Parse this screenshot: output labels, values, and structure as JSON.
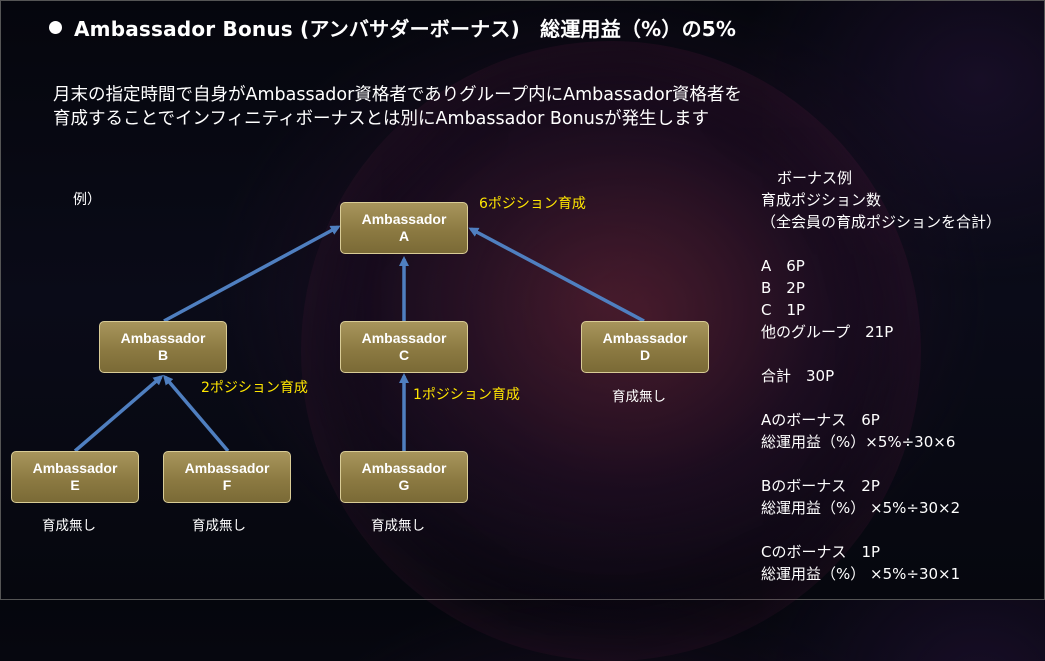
{
  "title": "Ambassador Bonus (アンバサダーボーナス)　総運用益（%）の5%",
  "intro": {
    "line1": "月末の指定時間で自身がAmbassador資格者でありグループ内にAmbassador資格者を",
    "line2": "育成することでインフィニティボーナスとは別にAmbassador Bonusが発生します"
  },
  "example_label": "例）",
  "nodes": {
    "a": {
      "role": "Ambassador",
      "letter": "A"
    },
    "b": {
      "role": "Ambassador",
      "letter": "B"
    },
    "c": {
      "role": "Ambassador",
      "letter": "C"
    },
    "d": {
      "role": "Ambassador",
      "letter": "D"
    },
    "e": {
      "role": "Ambassador",
      "letter": "E"
    },
    "f": {
      "role": "Ambassador",
      "letter": "F"
    },
    "g": {
      "role": "Ambassador",
      "letter": "G"
    }
  },
  "growth_labels": {
    "a": "6ポジション育成",
    "b": "2ポジション育成",
    "c": "1ポジション育成"
  },
  "no_growth": {
    "d": "育成無し",
    "e": "育成無し",
    "f": "育成無し",
    "g": "育成無し"
  },
  "colors": {
    "node_fill": "#8c7a42",
    "node_border": "#d9cc96",
    "arrow": "#4f7fc0",
    "growth_text": "#ffe600"
  },
  "bonus_panel": {
    "heading": "ボーナス例",
    "count_label": "育成ポジション数",
    "count_note": "（全会員の育成ポジションを合計）",
    "a_count": "A　6P",
    "b_count": "B　2P",
    "c_count": "C　1P",
    "other_group": "他のグループ　21P",
    "total": "合計　30P",
    "a_bonus_label": "Aのボーナス　6P",
    "a_bonus_formula": "総運用益（%）×5%÷30×6",
    "b_bonus_label": "Bのボーナス　2P",
    "b_bonus_formula": "総運用益（%） ×5%÷30×2",
    "c_bonus_label": "Cのボーナス　1P",
    "c_bonus_formula": "総運用益（%） ×5%÷30×1"
  }
}
